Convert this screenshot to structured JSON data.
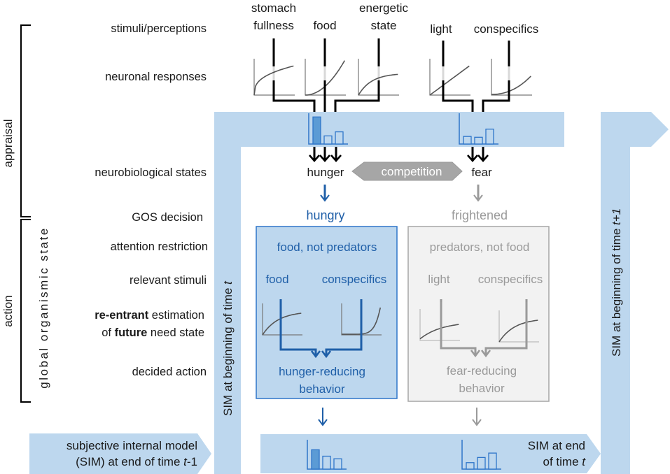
{
  "row_labels": {
    "stimuli": "stimuli/perceptions",
    "neuronal": "neuronal responses",
    "neurobiological": "neurobiological states",
    "gos": "GOS decision",
    "attention": "attention restriction",
    "relevant": "relevant stimuli",
    "reentrant_bold": "re-entrant",
    "reentrant_rest": " estimation",
    "future_pre": "of ",
    "future_bold": "future",
    "future_rest": " need state",
    "decided": "decided action"
  },
  "brackets": {
    "appraisal": "appraisal",
    "action": "action",
    "gos_full": "global organismic state"
  },
  "stimuli": [
    {
      "line1": "stomach",
      "line2": "fullness",
      "response": "concave-fast"
    },
    {
      "line1": "",
      "line2": "food",
      "response": "convex"
    },
    {
      "line1": "energetic",
      "line2": "state",
      "response": "concave-slow"
    },
    {
      "line1": "",
      "line2": "light",
      "response": "linear"
    },
    {
      "line1": "",
      "line2": "conspecifics",
      "response": "convex-slow"
    }
  ],
  "states": {
    "hunger": "hunger",
    "fear": "fear",
    "competition": "competition",
    "hungry": "hungry",
    "frightened": "frightened"
  },
  "hunger_box": {
    "attention": "food, not predators",
    "stim_left": "food",
    "stim_right": "conspecifics",
    "action_line1": "hunger-reducing",
    "action_line2": "behavior"
  },
  "fear_box": {
    "attention": "predators, not food",
    "stim_left": "light",
    "stim_right": "conspecifics",
    "action_line1": "fear-reducing",
    "action_line2": "behavior"
  },
  "sim": {
    "begin_t_prefix": "SIM at beginning of time ",
    "begin_t_var": "t",
    "begin_t1_prefix": "SIM at beginning of time ",
    "begin_t1_var": "t+1",
    "end_prev_line1": "subjective internal model",
    "end_prev_line2_prefix": "(SIM) at end of time ",
    "end_prev_var": "t",
    "end_prev_suffix": "-1",
    "end_t_line1": "SIM at end",
    "end_t_line2_prefix": "of time ",
    "end_t_var": "t"
  },
  "chart_data": [
    {
      "type": "bar",
      "title": "hunger need state (appraisal)",
      "values": [
        1.0,
        0.3,
        0.45
      ],
      "highlight": [
        true,
        false,
        false
      ]
    },
    {
      "type": "bar",
      "title": "fear need state (appraisal)",
      "values": [
        0.28,
        0.25,
        0.55
      ],
      "highlight": [
        false,
        false,
        false
      ]
    },
    {
      "type": "bar",
      "title": "hunger need state (end of t)",
      "values": [
        0.75,
        0.5,
        0.4
      ],
      "highlight": [
        true,
        false,
        false
      ]
    },
    {
      "type": "bar",
      "title": "fear need state (end of t)",
      "values": [
        0.25,
        0.45,
        0.62
      ],
      "highlight": [
        false,
        false,
        false
      ]
    }
  ],
  "colors": {
    "sim_band": "#bdd7ee",
    "hunger_blue": "#1f5fa8",
    "fear_gray": "#9a9a9a",
    "competition_fill": "#a6a6a6",
    "fear_box_fill": "#f2f2f2"
  }
}
